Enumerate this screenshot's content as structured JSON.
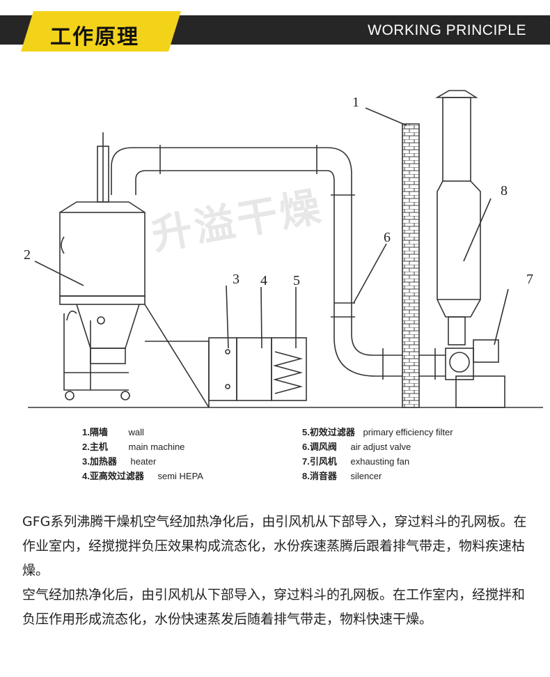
{
  "header": {
    "title_cn": "工作原理",
    "title_en": "WORKING PRINCIPLE"
  },
  "watermark": "升溢干燥",
  "diagram": {
    "callouts": [
      "1",
      "2",
      "3",
      "4",
      "5",
      "6",
      "7",
      "8"
    ]
  },
  "legend": {
    "left": [
      {
        "num": "1.",
        "cn": "隔墙",
        "en": "wall"
      },
      {
        "num": "2.",
        "cn": "主机",
        "en": "main machine"
      },
      {
        "num": "3.",
        "cn": "加热器",
        "en": "heater"
      },
      {
        "num": "4.",
        "cn": "亚高效过滤器",
        "en": "semi HEPA"
      }
    ],
    "right": [
      {
        "num": "5.",
        "cn": "初效过滤器",
        "en": "primary efficiency filter"
      },
      {
        "num": "6.",
        "cn": "调风阀",
        "en": "air adjust valve"
      },
      {
        "num": "7.",
        "cn": "引风机",
        "en": "exhausting fan"
      },
      {
        "num": "8.",
        "cn": "消音器",
        "en": "silencer"
      }
    ]
  },
  "description": {
    "p1": "GFG系列沸腾干燥机空气经加热净化后，由引风机从下部导入，穿过料斗的孔网板。在作业室内，经搅搅拌负压效果构成流态化，水份疾速蒸腾后跟着排气带走，物料疾速枯燥。",
    "p2": "空气经加热净化后，由引风机从下部导入，穿过料斗的孔网板。在工作室内，经搅拌和负压作用形成流态化，水份快速蒸发后随着排气带走，物料快速干燥。"
  },
  "colors": {
    "header_dark": "#262626",
    "header_yellow": "#f3d21a",
    "line": "#333333"
  }
}
